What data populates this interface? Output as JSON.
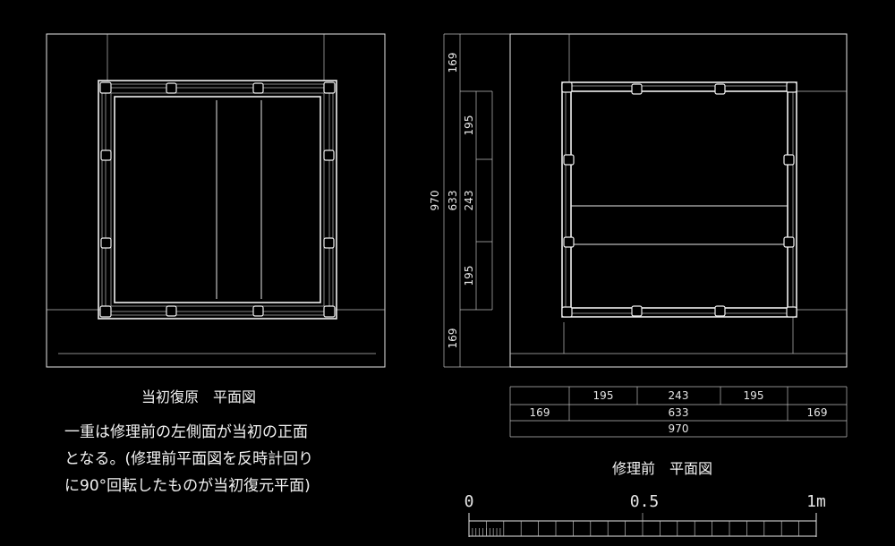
{
  "captions": {
    "original_plan": "当初復原　平面図",
    "before_repair_plan": "修理前　平面図"
  },
  "note_lines": [
    "一重は修理前の左側面が当初の正面",
    "となる。(修理前平面図を反時計回り",
    "に90°回転したものが当初復元平面)"
  ],
  "dimensions": {
    "vertical": {
      "top": "169",
      "bottom": "169",
      "total": "970",
      "inner": "633",
      "bay_top": "195",
      "bay_mid": "243",
      "bay_bottom": "195"
    },
    "horizontal": {
      "bay_left": "195",
      "bay_mid": "243",
      "bay_right": "195",
      "left": "169",
      "inner": "633",
      "right": "169",
      "total": "970"
    }
  },
  "scale": {
    "zero": "0",
    "half": "0.5",
    "one": "1m"
  }
}
